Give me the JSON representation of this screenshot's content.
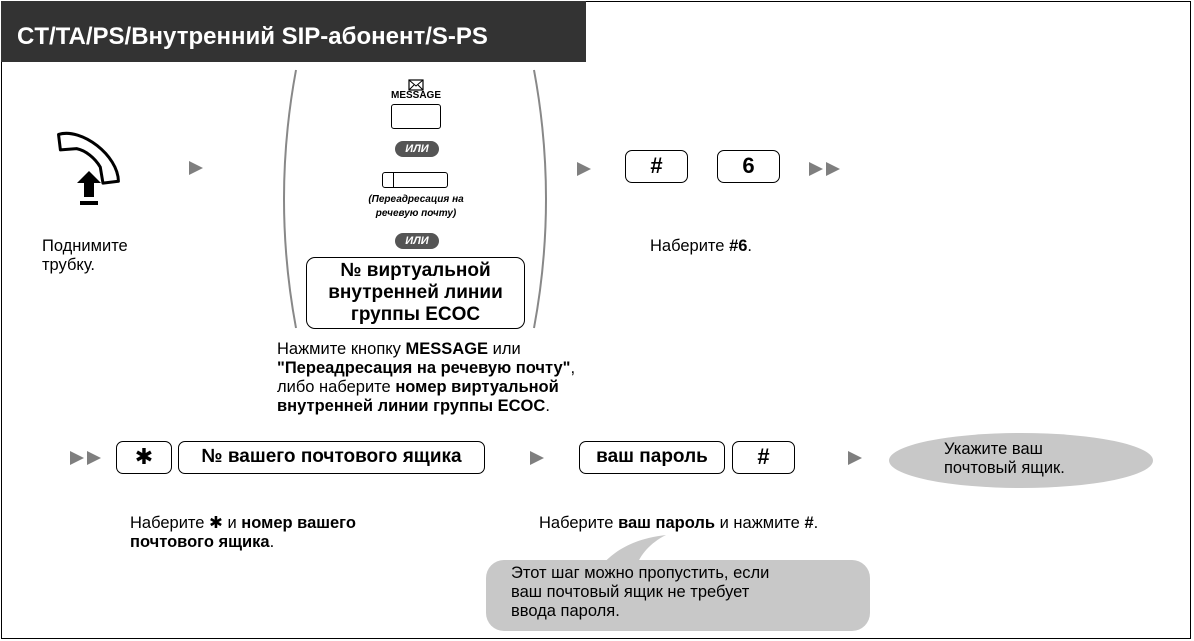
{
  "title": "CT/TA/PS/Внутренний SIP-абонент/S-PS",
  "step1": {
    "line1": "Поднимите",
    "line2": "трубку."
  },
  "message_key": {
    "label": "MESSAGE"
  },
  "or_text": "ИЛИ",
  "vm_transfer": {
    "line1": "(Переадресация на",
    "line2": "речевую почту)"
  },
  "ecoc_box": {
    "line1": "№ виртуальной",
    "line2": "внутренней линии",
    "line3": "группы ECOC"
  },
  "step2": {
    "p1": "Нажмите кнопку ",
    "p1b": "MESSAGE",
    "p1e": " или",
    "p2b": "\"Переадресация на речевую почту\"",
    "p2e": ",",
    "p3": "либо наберите ",
    "p3b": "номер виртуальной",
    "p4b": "внутренней линии группы ECOC",
    "p4e": "."
  },
  "keys_hash6": {
    "k1": "#",
    "k2": "6"
  },
  "step3": {
    "p1": "Наберите ",
    "p1b": "#6",
    "p1e": "."
  },
  "keys_row2": {
    "star": "✱",
    "mailbox": "№ вашего почтового ящика",
    "password": "ваш пароль",
    "hash": "#"
  },
  "step4": {
    "p1": "Наберите ",
    "p1b": "✱",
    "p1m": " и ",
    "p1c": "номер вашего",
    "p2b": "почтового ящика",
    "p2e": "."
  },
  "step5": {
    "p1": "Наберите ",
    "p1b": "ваш пароль",
    "p1m": " и нажмите ",
    "p1c": "#",
    "p1e": "."
  },
  "result": {
    "line1": "Укажите ваш",
    "line2": "почтовый ящик."
  },
  "note": {
    "line1": "Этот шаг можно пропустить, если",
    "line2": "ваш почтовый ящик не требует",
    "line3": "ввода пароля."
  },
  "colors": {
    "title_bg": "#333333",
    "bubble": "#c8c8c8",
    "arrow": "#7f7f7f"
  }
}
